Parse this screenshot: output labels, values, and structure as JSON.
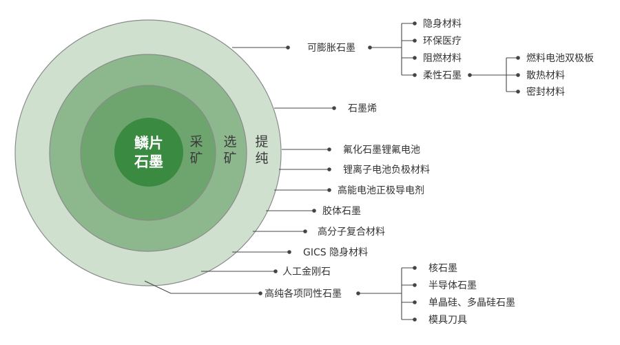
{
  "colors": {
    "ring_outer": "#cfe0cf",
    "ring_second": "#8db88d",
    "ring_third": "#6ea56f",
    "core": "#3a8a42",
    "ring_stroke": "#8a8a8a",
    "line": "#444444"
  },
  "center": {
    "line1": "鳞片",
    "line2": "石墨"
  },
  "rings": {
    "mining": {
      "line1": "采",
      "line2": "矿"
    },
    "beneficiation": {
      "line1": "选",
      "line2": "矿"
    },
    "purification": {
      "line1": "提",
      "line2": "纯"
    }
  },
  "expandable": {
    "label": "可膨胀石墨",
    "children": [
      "隐身材料",
      "环保医疗",
      "阻燃材料",
      "柔性石墨"
    ],
    "flexible_children": [
      "燃料电池双极板",
      "散热材料",
      "密封材料"
    ]
  },
  "applications": [
    "石墨烯",
    "氟化石墨锂氟电池",
    "锂离子电池负极材料",
    "高能电池正极导电剂",
    "胶体石墨",
    "高分子复合材料",
    "GICS 隐身材料",
    "人工金刚石"
  ],
  "isotropic": {
    "label": "高纯各项同性石墨",
    "children": [
      "核石墨",
      "半导体石墨",
      "单晶硅、多晶硅石墨",
      "模具刀具"
    ]
  }
}
